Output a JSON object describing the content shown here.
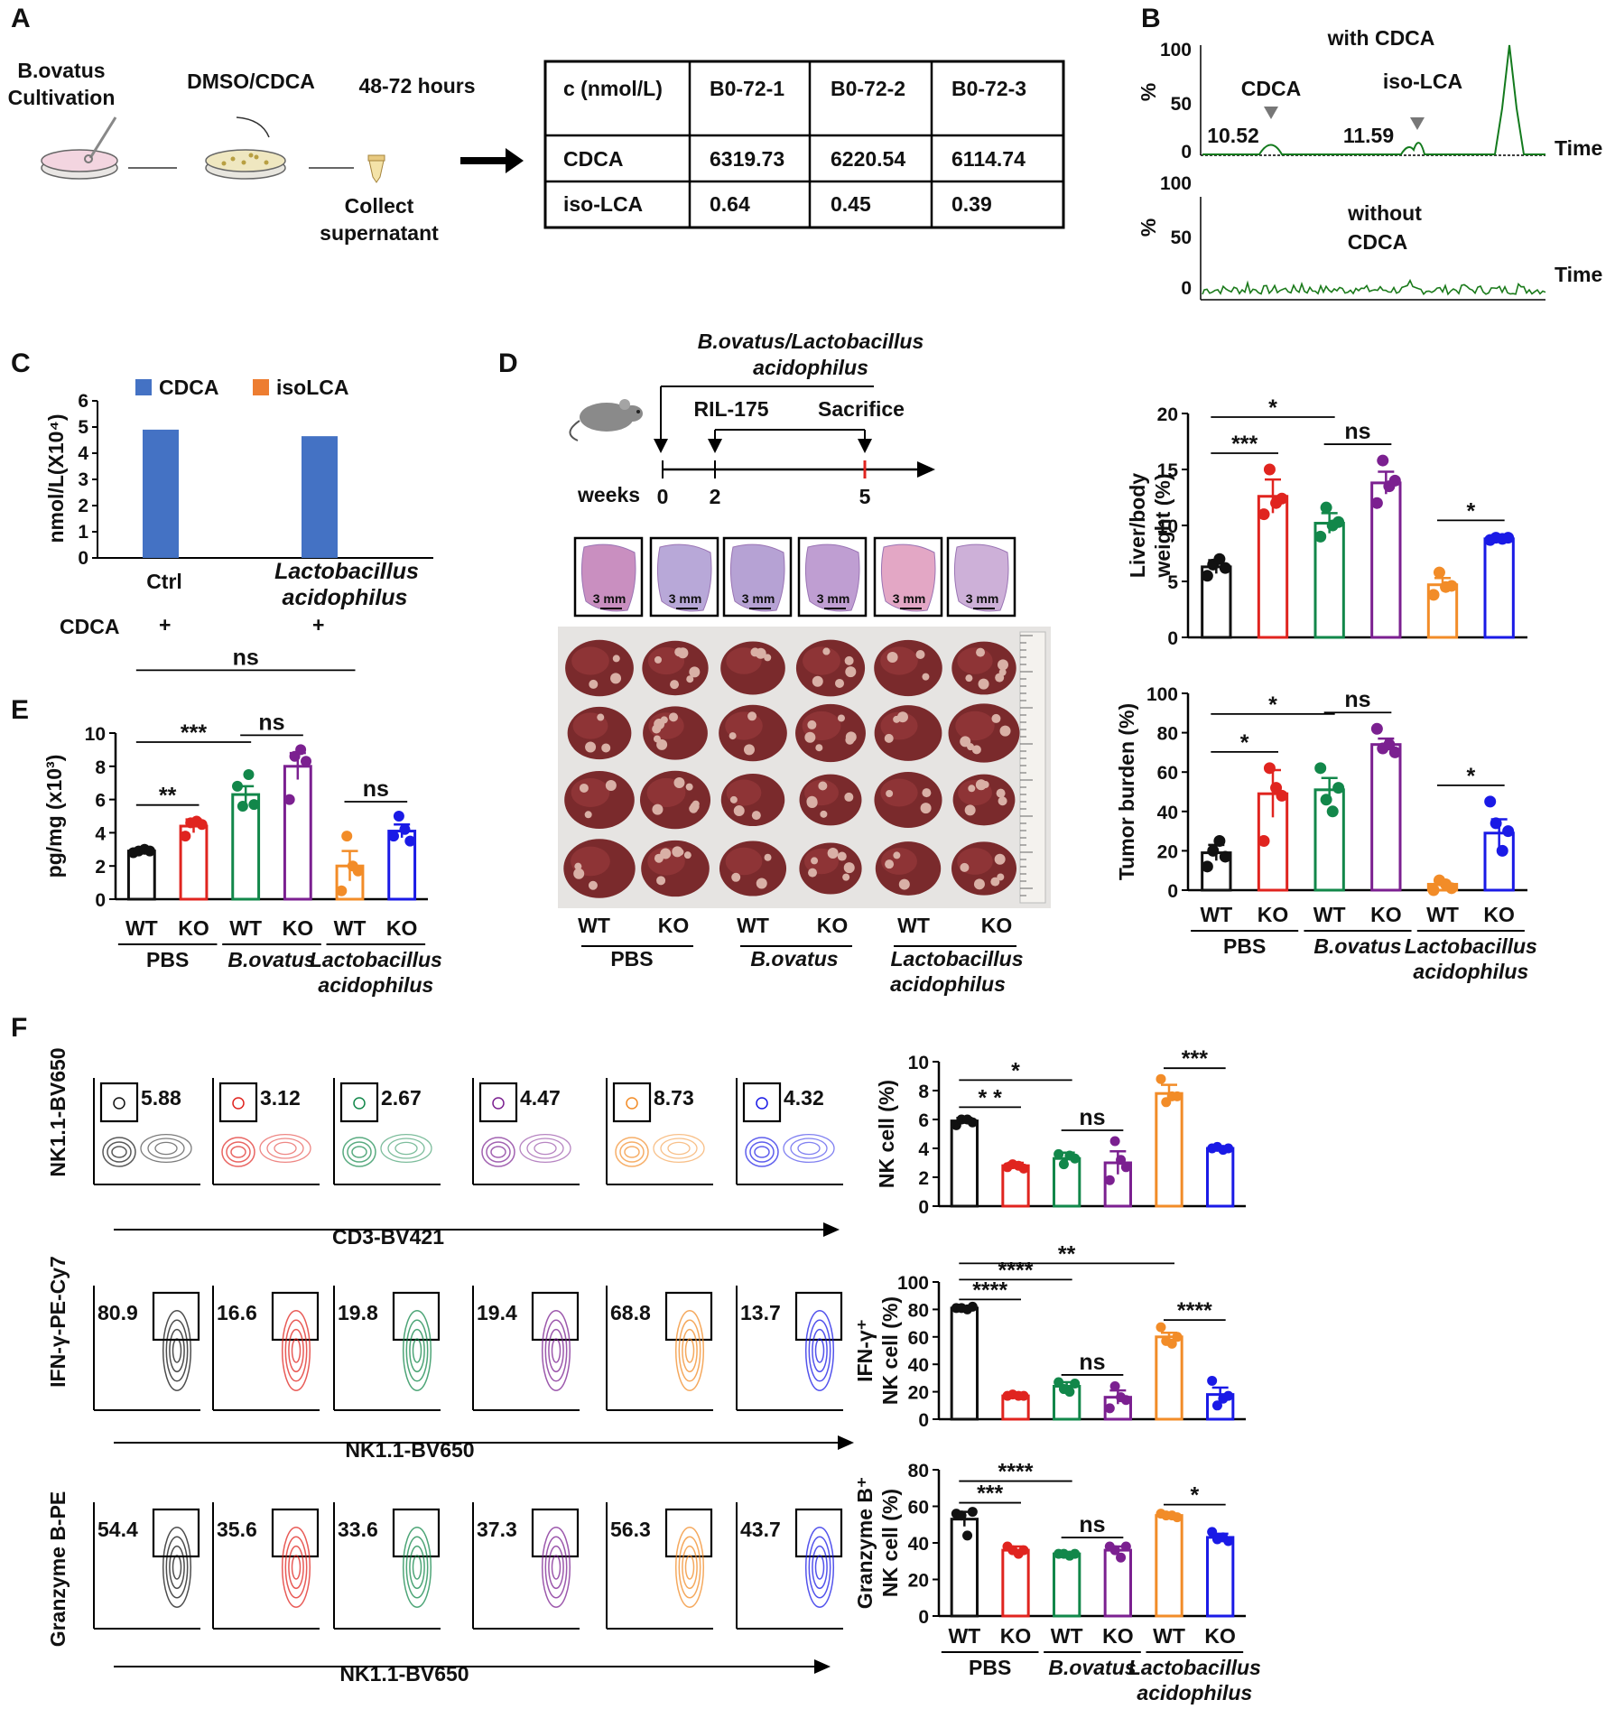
{
  "panel_labels": {
    "A": "A",
    "B": "B",
    "C": "C",
    "D": "D",
    "E": "E",
    "F": "F"
  },
  "panel_a": {
    "step1": [
      "B.ovatus",
      "Cultivation"
    ],
    "step2": "DMSO/CDCA",
    "step3": "48-72 hours",
    "step4": [
      "Collect",
      "supernatant"
    ],
    "table": {
      "header": [
        "c (nmol/L)",
        "B0-72-1",
        "B0-72-2",
        "B0-72-3"
      ],
      "rows": [
        [
          "CDCA",
          "6319.73",
          "6220.54",
          "6114.74"
        ],
        [
          "iso-LCA",
          "0.64",
          "0.45",
          "0.39"
        ]
      ]
    }
  },
  "panel_b": {
    "top_title": "with CDCA",
    "bottom_title": [
      "without",
      "CDCA"
    ],
    "ylabel": "%",
    "yticks": [
      "100",
      "50",
      "0"
    ],
    "xlabel": "Time",
    "peak1_label": "CDCA",
    "peak1_time": "10.52",
    "peak2_label": "iso-LCA",
    "peak2_time": "11.59"
  },
  "panel_d_scheme": {
    "treatment": [
      "B.ovatus/Lactobacillus",
      "acidophilus"
    ],
    "injection": "RIL-175",
    "end": "Sacrifice",
    "axis_label": "weeks",
    "timepoints": [
      "0",
      "2",
      "5"
    ],
    "scale_bar": "3 mm"
  },
  "photo_labels": {
    "genotypes": [
      "WT",
      "KO",
      "WT",
      "KO",
      "WT",
      "KO"
    ],
    "groups": [
      "PBS",
      "B.ovatus",
      "Lactobacillus acidophilus"
    ]
  },
  "flow": {
    "row1": {
      "ylabel": "NK1.1-BV650",
      "xlabel": "CD3-BV421",
      "values": [
        "5.88",
        "3.12",
        "2.67",
        "4.47",
        "8.73",
        "4.32"
      ]
    },
    "row2": {
      "ylabel": "IFN-γ-PE-Cy7",
      "xlabel": "NK1.1-BV650",
      "values": [
        "80.9",
        "16.6",
        "19.8",
        "19.4",
        "68.8",
        "13.7"
      ]
    },
    "row3": {
      "ylabel": "Granzyme B-PE",
      "xlabel": "NK1.1-BV650",
      "values": [
        "54.4",
        "35.6",
        "33.6",
        "37.3",
        "56.3",
        "43.7"
      ]
    }
  },
  "group_colors": [
    "#111111",
    "#e0241f",
    "#12874a",
    "#7b2090",
    "#f28c28",
    "#1a1ae6"
  ],
  "chart_data": [
    {
      "id": "C",
      "type": "bar",
      "categories": [
        "Ctrl",
        "Lactobacillus acidophilus"
      ],
      "cdca_row": [
        "CDCA",
        "+",
        "+"
      ],
      "series": [
        {
          "name": "CDCA",
          "color": "#4472c4",
          "values": [
            4.9,
            4.65
          ]
        },
        {
          "name": "isoLCA",
          "color": "#ed7d31",
          "values": [
            0,
            0
          ]
        }
      ],
      "ylabel": "nmol/L(X10⁴)",
      "ylim": [
        0,
        6
      ],
      "yticks": [
        0,
        1,
        2,
        3,
        4,
        5,
        6
      ]
    },
    {
      "id": "D1",
      "type": "bar",
      "categories": [
        "WT",
        "KO",
        "WT",
        "KO",
        "WT",
        "KO"
      ],
      "values": [
        6.3,
        12.6,
        10.2,
        13.8,
        4.7,
        8.8
      ],
      "sem": [
        0.6,
        1.5,
        0.9,
        1.0,
        0.6,
        0.2
      ],
      "points": [
        [
          5.5,
          6.5,
          7.0,
          6.2
        ],
        [
          11.0,
          15.0,
          12.0,
          12.4
        ],
        [
          9.0,
          11.6,
          10.0,
          10.3
        ],
        [
          12.0,
          15.8,
          13.5,
          14.0
        ],
        [
          3.8,
          5.8,
          4.5,
          4.6
        ],
        [
          8.7,
          8.9,
          8.8,
          8.9
        ]
      ],
      "ylabel": "Liver/body weight (%)",
      "ylim": [
        0,
        20
      ],
      "yticks": [
        0,
        5,
        10,
        15,
        20
      ],
      "sig": [
        {
          "a": 0,
          "b": 1,
          "t": "***"
        },
        {
          "a": 0,
          "b": 2,
          "t": "*"
        },
        {
          "a": 2,
          "b": 3,
          "t": "ns"
        },
        {
          "a": 4,
          "b": 5,
          "t": "*"
        }
      ]
    },
    {
      "id": "D2",
      "type": "bar",
      "categories": [
        "WT",
        "KO",
        "WT",
        "KO",
        "WT",
        "KO"
      ],
      "groups": [
        "PBS",
        "B.ovatus",
        "Lactobacillus acidophilus"
      ],
      "values": [
        19,
        49,
        51,
        74,
        3,
        29
      ],
      "sem": [
        4,
        12,
        6,
        3,
        1,
        7
      ],
      "points": [
        [
          12,
          20,
          25,
          17
        ],
        [
          25,
          62,
          52,
          48
        ],
        [
          62,
          46,
          40,
          52
        ],
        [
          82,
          72,
          74,
          70
        ],
        [
          0,
          5,
          3,
          1
        ],
        [
          45,
          34,
          20,
          30
        ]
      ],
      "ylabel": "Tumor burden (%)",
      "ylim": [
        0,
        100
      ],
      "yticks": [
        0,
        20,
        40,
        60,
        80,
        100
      ],
      "sig": [
        {
          "a": 0,
          "b": 1,
          "t": "*"
        },
        {
          "a": 0,
          "b": 2,
          "t": "*"
        },
        {
          "a": 2,
          "b": 3,
          "t": "ns"
        },
        {
          "a": 4,
          "b": 5,
          "t": "*"
        }
      ]
    },
    {
      "id": "E",
      "type": "bar",
      "categories": [
        "WT",
        "KO",
        "WT",
        "KO",
        "WT",
        "KO"
      ],
      "groups": [
        "PBS",
        "B.ovatus",
        "Lactobacillus acidophilus"
      ],
      "values": [
        2.9,
        4.4,
        6.3,
        8.0,
        2.0,
        4.1
      ],
      "sem": [
        0.1,
        0.4,
        0.5,
        0.8,
        0.9,
        0.4
      ],
      "points": [
        [
          2.8,
          2.9,
          3.0,
          2.9
        ],
        [
          3.8,
          4.6,
          4.7,
          4.5
        ],
        [
          6.8,
          5.6,
          7.5,
          5.7
        ],
        [
          6.0,
          8.6,
          9.0,
          8.3
        ],
        [
          0.5,
          3.8,
          2.0,
          1.7
        ],
        [
          3.8,
          5.0,
          4.2,
          3.5
        ]
      ],
      "ylabel": "pg/mg  (x10³)",
      "ylim": [
        0,
        10
      ],
      "yticks": [
        0,
        2,
        4,
        6,
        8,
        10
      ],
      "sig": [
        {
          "a": 0,
          "b": 1,
          "t": "**"
        },
        {
          "a": 0,
          "b": 2,
          "t": "***"
        },
        {
          "a": 2,
          "b": 3,
          "t": "ns"
        },
        {
          "a": 0,
          "b": 4,
          "t": "ns"
        },
        {
          "a": 4,
          "b": 5,
          "t": "ns"
        }
      ]
    },
    {
      "id": "F1",
      "type": "bar",
      "categories": [
        "WT",
        "KO",
        "WT",
        "KO",
        "WT",
        "KO"
      ],
      "values": [
        5.9,
        2.8,
        3.3,
        3.0,
        7.8,
        4.0
      ],
      "sem": [
        0.2,
        0.2,
        0.4,
        0.8,
        0.6,
        0.1
      ],
      "points": [
        [
          5.6,
          6.0,
          6.0,
          5.8
        ],
        [
          2.7,
          2.9,
          2.8,
          2.6
        ],
        [
          3.6,
          2.9,
          3.5,
          3.3
        ],
        [
          1.8,
          4.5,
          3.2,
          2.7
        ],
        [
          8.8,
          7.2,
          7.6,
          7.6
        ],
        [
          4.0,
          4.1,
          3.9,
          4.0
        ]
      ],
      "ylabel": "NK cell (%)",
      "ylim": [
        0,
        10
      ],
      "yticks": [
        0,
        2,
        4,
        6,
        8,
        10
      ],
      "sig": [
        {
          "a": 0,
          "b": 1,
          "t": "* *"
        },
        {
          "a": 0,
          "b": 2,
          "t": "*"
        },
        {
          "a": 2,
          "b": 3,
          "t": "ns"
        },
        {
          "a": 4,
          "b": 5,
          "t": "***"
        }
      ]
    },
    {
      "id": "F2",
      "type": "bar",
      "categories": [
        "WT",
        "KO",
        "WT",
        "KO",
        "WT",
        "KO"
      ],
      "values": [
        81,
        17,
        24,
        16,
        60,
        18
      ],
      "sem": [
        1,
        1,
        3,
        5,
        3,
        5
      ],
      "points": [
        [
          81,
          81,
          80,
          82
        ],
        [
          17,
          18,
          17,
          17
        ],
        [
          27,
          22,
          20,
          26
        ],
        [
          8,
          24,
          16,
          14
        ],
        [
          67,
          57,
          55,
          60
        ],
        [
          28,
          10,
          15,
          17
        ]
      ],
      "ylabel": "IFN-γ⁺ NK cell (%)",
      "ylim": [
        0,
        100
      ],
      "yticks": [
        0,
        20,
        40,
        60,
        80,
        100
      ],
      "sig": [
        {
          "a": 0,
          "b": 1,
          "t": "****"
        },
        {
          "a": 0,
          "b": 2,
          "t": "****"
        },
        {
          "a": 0,
          "b": 4,
          "t": "**"
        },
        {
          "a": 2,
          "b": 3,
          "t": "ns"
        },
        {
          "a": 4,
          "b": 5,
          "t": "****"
        }
      ]
    },
    {
      "id": "F3",
      "type": "bar",
      "categories": [
        "WT",
        "KO",
        "WT",
        "KO",
        "WT",
        "KO"
      ],
      "groups": [
        "PBS",
        "B.ovatus",
        "Lactobacillus acidophilus"
      ],
      "values": [
        53,
        36,
        34,
        36,
        55,
        43
      ],
      "sem": [
        4,
        2,
        1,
        2,
        1,
        2
      ],
      "points": [
        [
          56,
          55,
          44,
          57
        ],
        [
          38,
          36,
          34,
          36
        ],
        [
          34,
          34,
          33,
          34
        ],
        [
          38,
          36,
          32,
          38
        ],
        [
          56,
          55,
          55,
          54
        ],
        [
          46,
          42,
          43,
          41
        ]
      ],
      "ylabel": "Granzyme B⁺ NK cell (%)",
      "ylim": [
        0,
        80
      ],
      "yticks": [
        0,
        20,
        40,
        60,
        80
      ],
      "sig": [
        {
          "a": 0,
          "b": 1,
          "t": "***"
        },
        {
          "a": 0,
          "b": 2,
          "t": "****"
        },
        {
          "a": 2,
          "b": 3,
          "t": "ns"
        },
        {
          "a": 4,
          "b": 5,
          "t": "*"
        }
      ]
    }
  ]
}
